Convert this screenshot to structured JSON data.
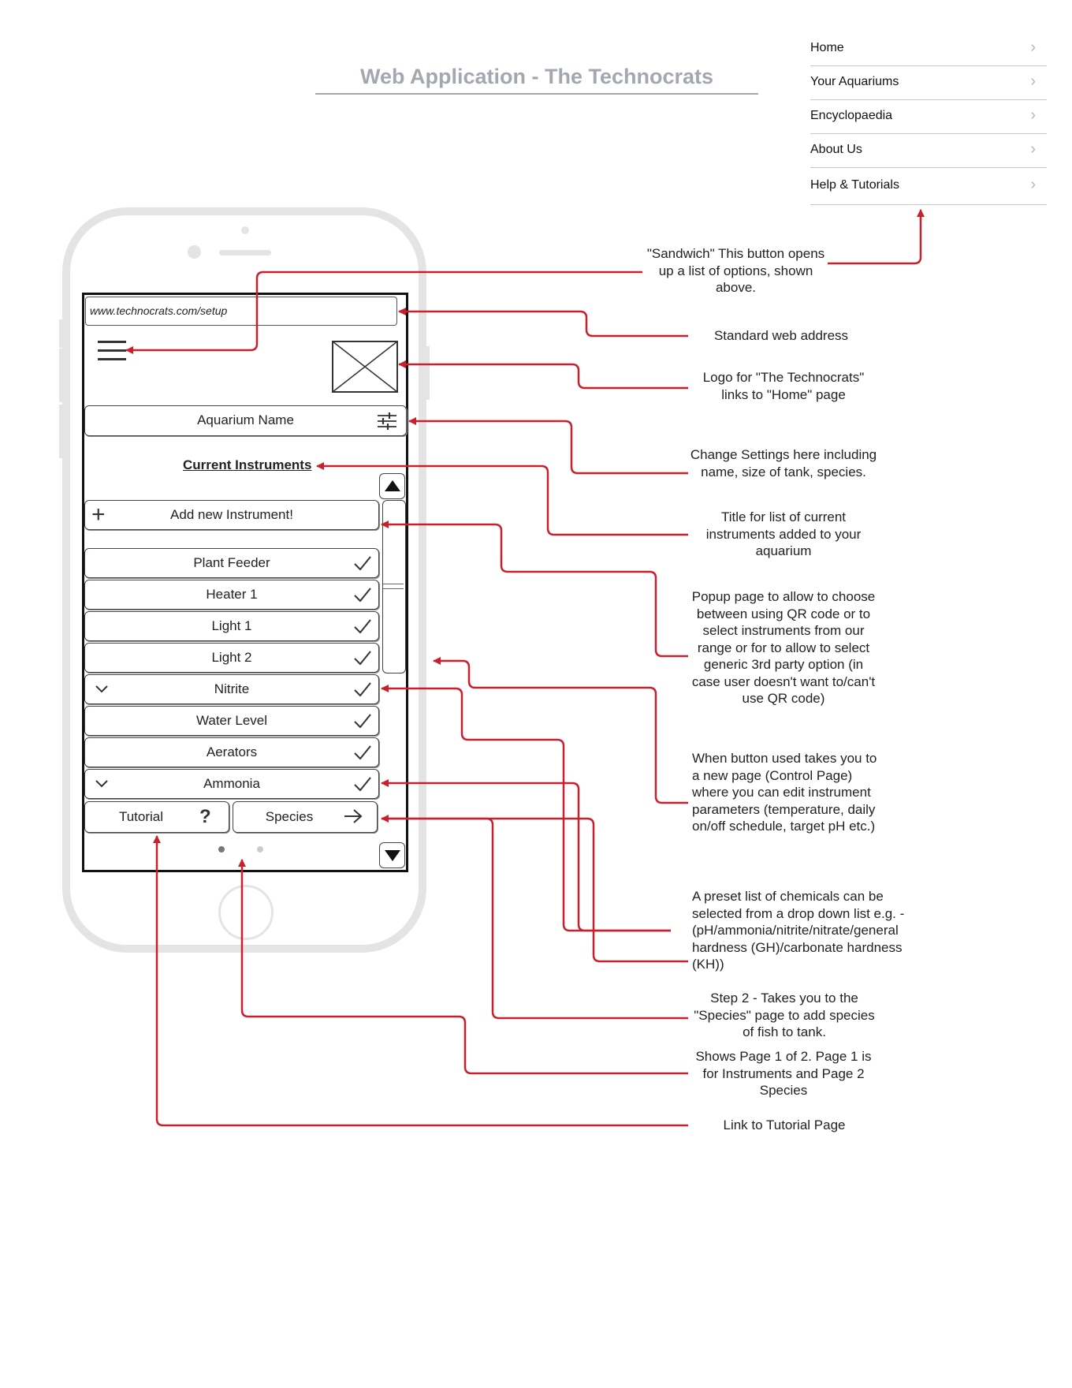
{
  "header": {
    "title": "Web Application - The Technocrats"
  },
  "nav_menu": [
    {
      "label": "Home",
      "icon": "chevron-right-icon"
    },
    {
      "label": "Your Aquariums",
      "icon": "chevron-right-icon"
    },
    {
      "label": "Encyclopaedia",
      "icon": "chevron-right-icon"
    },
    {
      "label": "About Us",
      "icon": "chevron-right-icon"
    },
    {
      "label": "Help & Tutorials",
      "icon": "chevron-right-icon"
    }
  ],
  "phone": {
    "url": "www.technocrats.com/setup",
    "logo_icon": "image-placeholder-icon",
    "menu_icon": "hamburger-icon",
    "aquarium_name": "Aquarium Name",
    "settings_icon": "sliders-icon",
    "section_title": "Current Instruments",
    "add_button": "Add new Instrument!",
    "instruments": [
      {
        "label": "Plant Feeder",
        "dropdown": false,
        "checked": true
      },
      {
        "label": "Heater 1",
        "dropdown": false,
        "checked": true
      },
      {
        "label": "Light 1",
        "dropdown": false,
        "checked": true
      },
      {
        "label": "Light 2",
        "dropdown": false,
        "checked": true
      },
      {
        "label": "Nitrite",
        "dropdown": true,
        "checked": true
      },
      {
        "label": "Water Level",
        "dropdown": false,
        "checked": true
      },
      {
        "label": "Aerators",
        "dropdown": false,
        "checked": true
      },
      {
        "label": "Ammonia",
        "dropdown": true,
        "checked": true
      }
    ],
    "tutorial_button": "Tutorial",
    "tutorial_icon": "question-mark-icon",
    "species_button": "Species",
    "species_icon": "arrow-right-icon",
    "pagination": {
      "current": 1,
      "total": 2
    }
  },
  "annotations": {
    "sandwich": "\"Sandwich\" This button opens up a list of options, shown above.",
    "web_address": "Standard web address",
    "logo": "Logo for \"The Technocrats\" links to \"Home\" page",
    "settings": "Change Settings here including name, size of tank, species.",
    "title_list": "Title for list of current instruments added to your aquarium",
    "popup": "Popup page to allow to choose between using QR code or to select instruments from our range or for to allow to select generic 3rd party option (in case user doesn't want to/can't use QR code)",
    "control_page": "When button used takes you to a new page (Control Page) where you can edit instrument parameters (temperature, daily on/off schedule, target pH etc.)",
    "chemicals": "A preset list of chemicals can be selected from a drop down list e.g. - (pH/ammonia/nitrite/nitrate/general hardness (GH)/carbonate hardness (KH))",
    "step2": "Step 2 - Takes you to the \"Species\" page to add species of fish to tank.",
    "pages": "Shows Page 1 of 2. Page 1 is for Instruments and Page 2 Species",
    "tutorial_link": "Link to Tutorial Page"
  },
  "colors": {
    "connector": "#c8202f",
    "title": "#a3a8b0",
    "phone_frame": "#e4e4e4"
  }
}
